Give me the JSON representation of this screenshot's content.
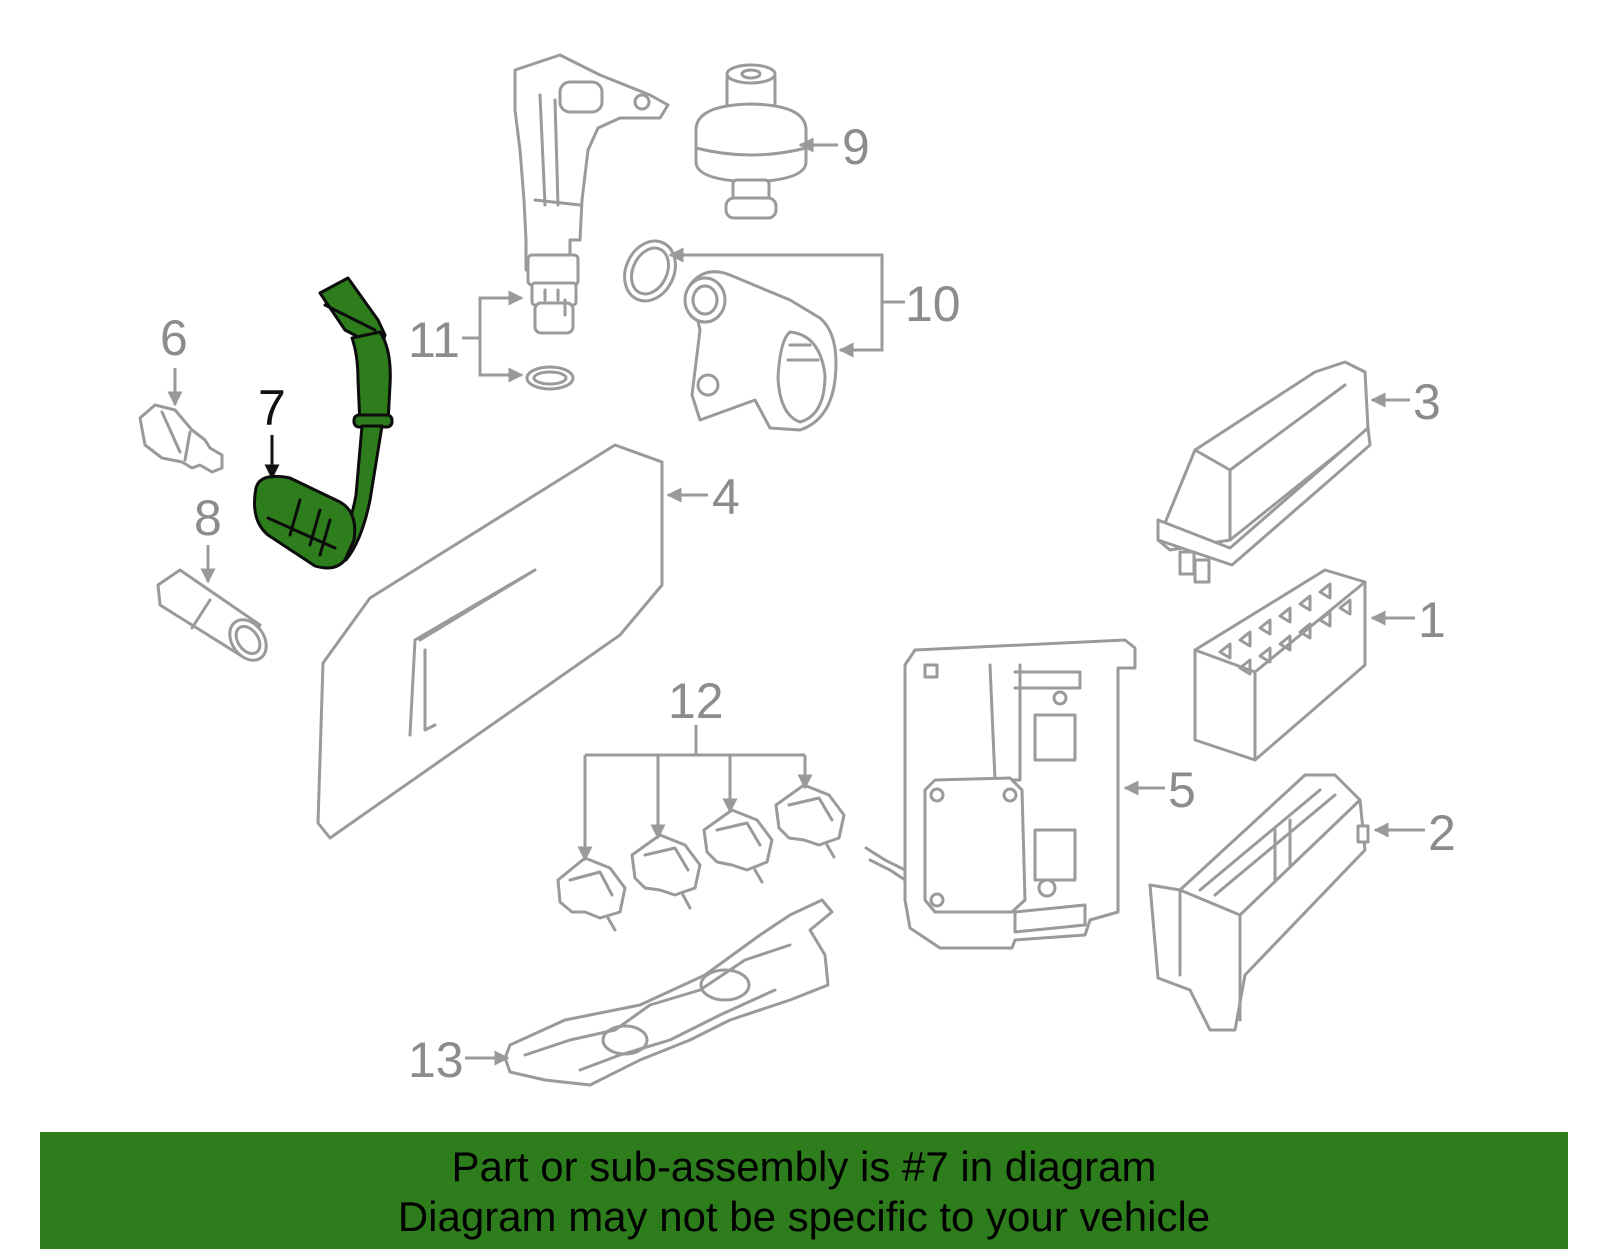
{
  "diagram": {
    "highlighted_part": "7",
    "accent_color": "#2e7d1c",
    "callouts": [
      {
        "id": "1",
        "label": "1"
      },
      {
        "id": "2",
        "label": "2"
      },
      {
        "id": "3",
        "label": "3"
      },
      {
        "id": "4",
        "label": "4"
      },
      {
        "id": "5",
        "label": "5"
      },
      {
        "id": "6",
        "label": "6"
      },
      {
        "id": "7",
        "label": "7"
      },
      {
        "id": "8",
        "label": "8"
      },
      {
        "id": "9",
        "label": "9"
      },
      {
        "id": "10",
        "label": "10"
      },
      {
        "id": "11",
        "label": "11"
      },
      {
        "id": "12",
        "label": "12"
      },
      {
        "id": "13",
        "label": "13"
      }
    ]
  },
  "banner": {
    "line1": "Part or sub-assembly is #7 in diagram",
    "line2": "Diagram may not be specific to your vehicle",
    "background_color": "#2e7d1c"
  }
}
